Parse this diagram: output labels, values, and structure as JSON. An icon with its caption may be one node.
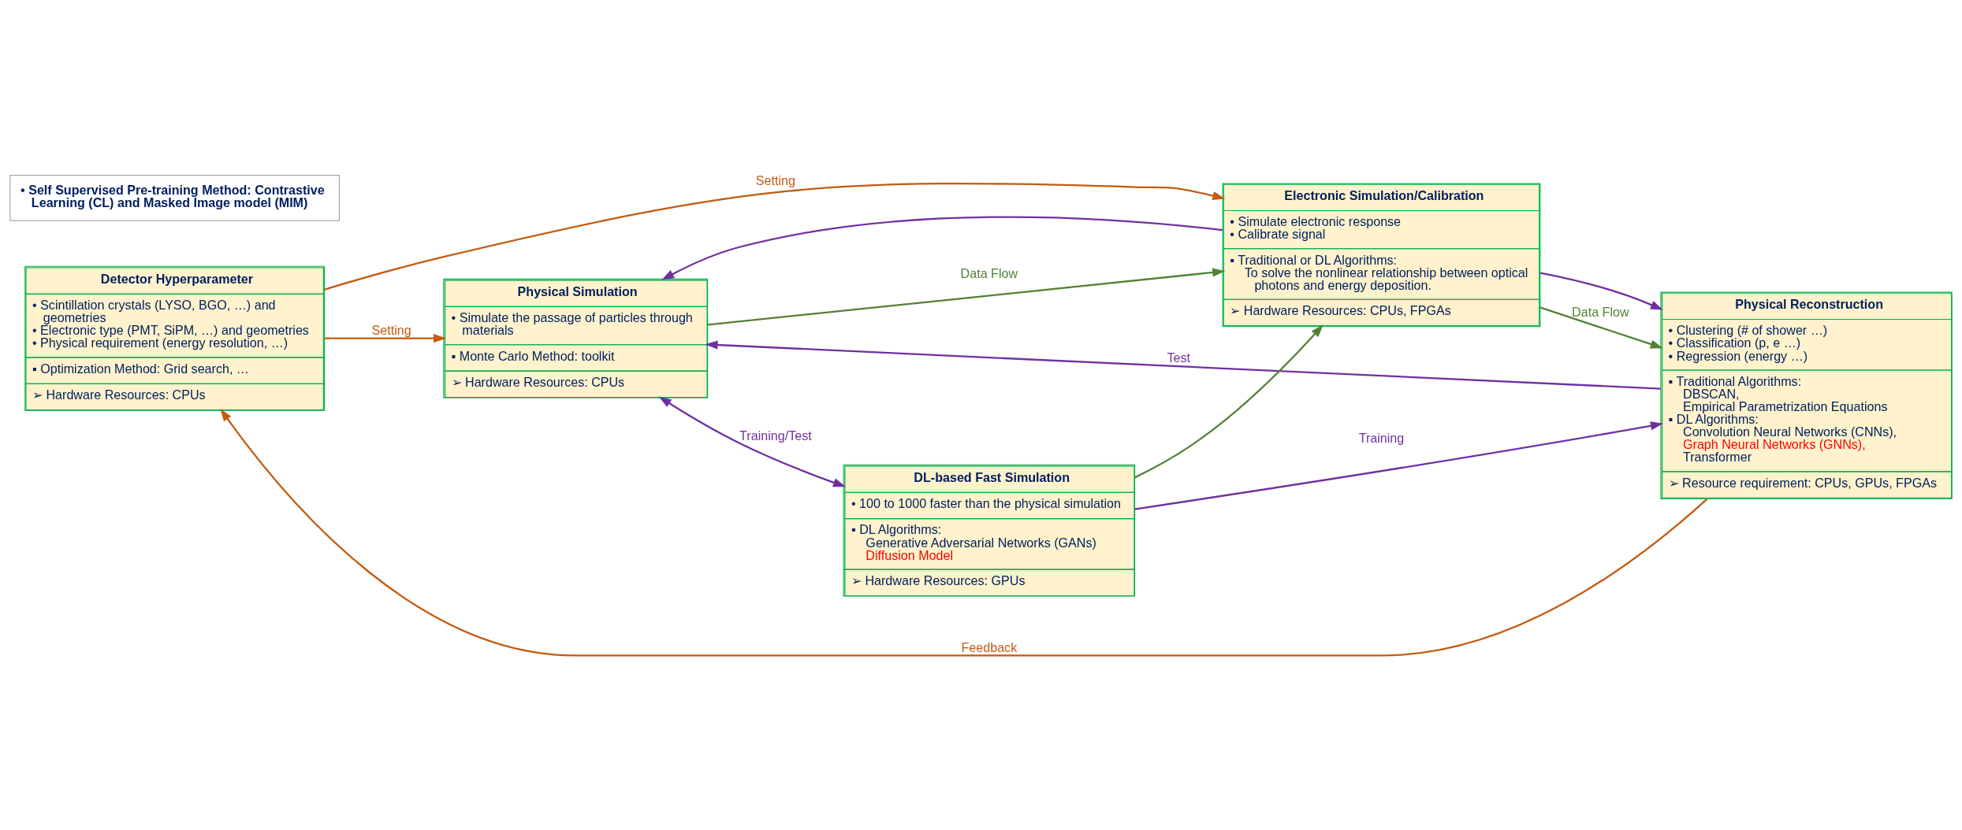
{
  "diagram": {
    "nodes": [
      {
        "text": [
          "Detector Hyperparameter",
          "• Scintillation crystals (LYSO, BGO, …) and geometries",
          "• Electronic type (PMT, SiPM, …) and geometries",
          "• Physical requirement (energy resolution, …)",
          "▪ Optimization Method: Grid search, …",
          "➢ Hardware Resources: CPUs"
        ]
      },
      {
        "text": [
          "Physical Simulation",
          "• Simulate the passage of particles through materials",
          "▪ Monte Carlo Method: toolkit",
          "➢ Hardware Resources: CPUs"
        ]
      },
      {
        "text": [
          "Electronic Simulation/Calibration",
          "• Simulate electronic response",
          "• Calibrate signal",
          "▪ Traditional or DL Algorithms:",
          "To solve the nonlinear relationship between optical photons and energy deposition.",
          "➢ Hardware Resources: CPUs, FPGAs"
        ]
      },
      {
        "text": [
          "Physical Reconstruction",
          "• Clustering (# of shower …)",
          "• Classification (p, e …)",
          "• Regression (energy …)",
          "▪ Traditional Algorithms:",
          "DBSCAN,",
          "Empirical Parametrization Equations",
          "▪ DL Algorithms:",
          "Convolution Neural Networks (CNNs),",
          "Graph Neural Networks (GNNs),",
          "Transformer",
          "➢ Resource requirement: CPUs, GPUs, FPGAs"
        ]
      },
      {
        "text": [
          "DL-based Fast Simulation",
          "• 100 to 1000 faster than the physical simulation",
          "▪ DL Algorithms:",
          "Generative Adversarial Networks (GANs)",
          "Diffusion Model",
          "➢ Hardware Resources: GPUs"
        ]
      },
      {
        "text": [
          "• Self Supervised Pre-training Method: Contrastive Learning (CL) and Masked Image model (MIM)"
        ]
      }
    ],
    "edges": [
      {
        "from": 0,
        "to": 1,
        "arrow": "to",
        "label": "Setting",
        "color": "#c55a11"
      },
      {
        "from": 0,
        "to": 2,
        "arrow": "to",
        "label": "Setting",
        "color": "#c55a11"
      },
      {
        "from": 3,
        "to": 0,
        "arrow": "to",
        "label": "Feedback",
        "color": "#c55a11"
      },
      {
        "from": 3,
        "to": 1,
        "arrow": "to",
        "label": "Test",
        "color": "#7030a0"
      },
      {
        "from": 2,
        "to": 1,
        "arrow": "to",
        "color": "#7030a0"
      },
      {
        "from": 1,
        "to": 4,
        "arrow": "both",
        "label": "Training/Test",
        "color": "#7030a0"
      },
      {
        "from": 1,
        "to": 2,
        "arrow": "to",
        "label": "Data Flow",
        "color": "#538135"
      },
      {
        "from": 4,
        "to": 2,
        "arrow": "to",
        "color": "#538135"
      },
      {
        "from": 2,
        "to": 3,
        "arrow": "to",
        "label": "Data Flow",
        "color": "#538135"
      },
      {
        "from": 4,
        "to": 3,
        "arrow": "to",
        "label": "Training",
        "color": "#7030a0"
      },
      {
        "from": 2,
        "to": 3,
        "arrow": "to",
        "color": "#7030a0"
      }
    ]
  }
}
